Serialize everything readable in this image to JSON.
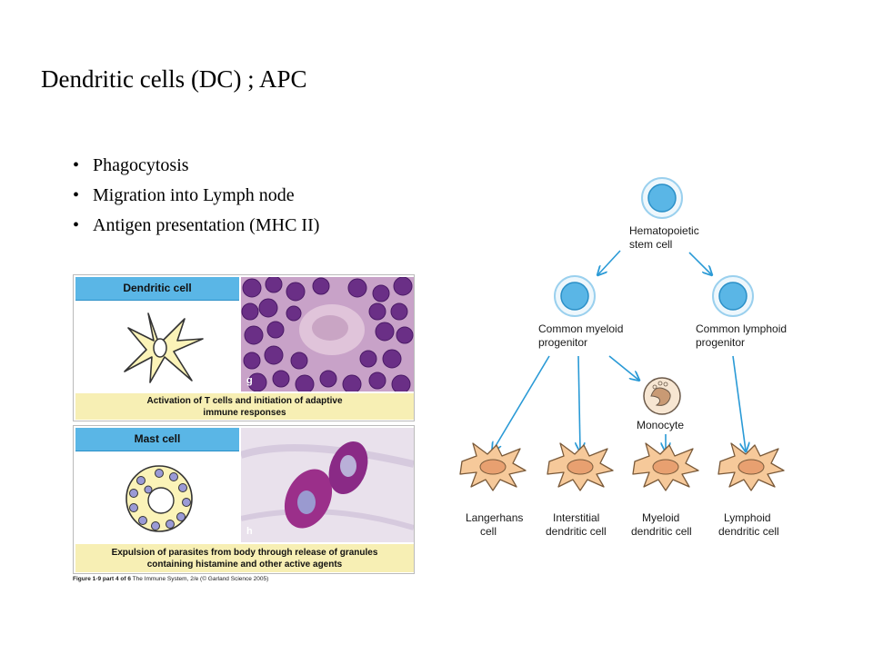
{
  "title": "Dendritic cells (DC) ; APC",
  "bullets": [
    "Phagocytosis",
    "Migration into Lymph node",
    "Antigen presentation (MHC II)"
  ],
  "figure": {
    "panel_top": {
      "heading": "Dendritic cell",
      "photo_letter": "g",
      "caption_line1": "Activation of T cells and initiation of adaptive",
      "caption_line2": "immune responses"
    },
    "panel_bottom": {
      "heading": "Mast cell",
      "photo_letter": "h",
      "caption_line1": "Expulsion of parasites from body through release of granules",
      "caption_line2": "containing histamine and other active agents"
    },
    "credit_bold": "Figure 1-9 part 4 of 6",
    "credit_rest": " The Immune System, 2/e (© Garland Science 2005)"
  },
  "lineage": {
    "stem_line1": "Hematopoietic",
    "stem_line2": "stem cell",
    "myeloid_line1": "Common myeloid",
    "myeloid_line2": "progenitor",
    "lymphoid_line1": "Common lymphoid",
    "lymphoid_line2": "progenitor",
    "monocyte": "Monocyte",
    "dc1_line1": "Langerhans",
    "dc1_line2": "cell",
    "dc2_line1": "Interstitial",
    "dc2_line2": "dendritic cell",
    "dc3_line1": "Myeloid",
    "dc3_line2": "dendritic cell",
    "dc4_line1": "Lymphoid",
    "dc4_line2": "dendritic cell"
  },
  "colors": {
    "arrow": "#2a9ad6",
    "progenitor_fill": "#5ab6e6",
    "dc_fill": "#f6c99a",
    "dc_nucleus": "#e8a070",
    "heading_bar": "#5ab6e6",
    "caption_bar": "#f7efb4"
  }
}
